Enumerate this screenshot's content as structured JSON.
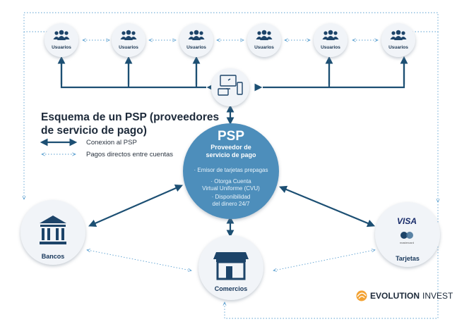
{
  "title": "Esquema de un  PSP (proveedores de servicio de pago)",
  "legend": {
    "solid": "Conexion al PSP",
    "dotted": "Pagos directos entre cuentas"
  },
  "users": [
    "Usuarios",
    "Usuarios",
    "Usuarios",
    "Usuarios",
    "Usuarios",
    "Usuarios"
  ],
  "psp": {
    "title": "PSP",
    "subtitle_line1": "Proveedor de",
    "subtitle_line2": "servicio de pago",
    "items": [
      "· Emisor de tarjetas prepagas",
      "· Otorga Cuenta",
      "Virtual Uniforme (CVU)",
      "· Disponibilidad",
      "del dinero 24/7"
    ]
  },
  "nodes": {
    "bancos": "Bancos",
    "comercios": "Comercios",
    "tarjetas": "Tarjetas"
  },
  "cards": {
    "visa": "VISA",
    "mastercard": "mastercard"
  },
  "brand": {
    "bold": "EVOLUTION",
    "normal": "INVEST"
  },
  "colors": {
    "navy": "#1c4f73",
    "psp_fill": "#4d8ebb",
    "circle_fill": "#f1f4f8",
    "dotted": "#5a9fd0",
    "icon": "#1d4469"
  }
}
